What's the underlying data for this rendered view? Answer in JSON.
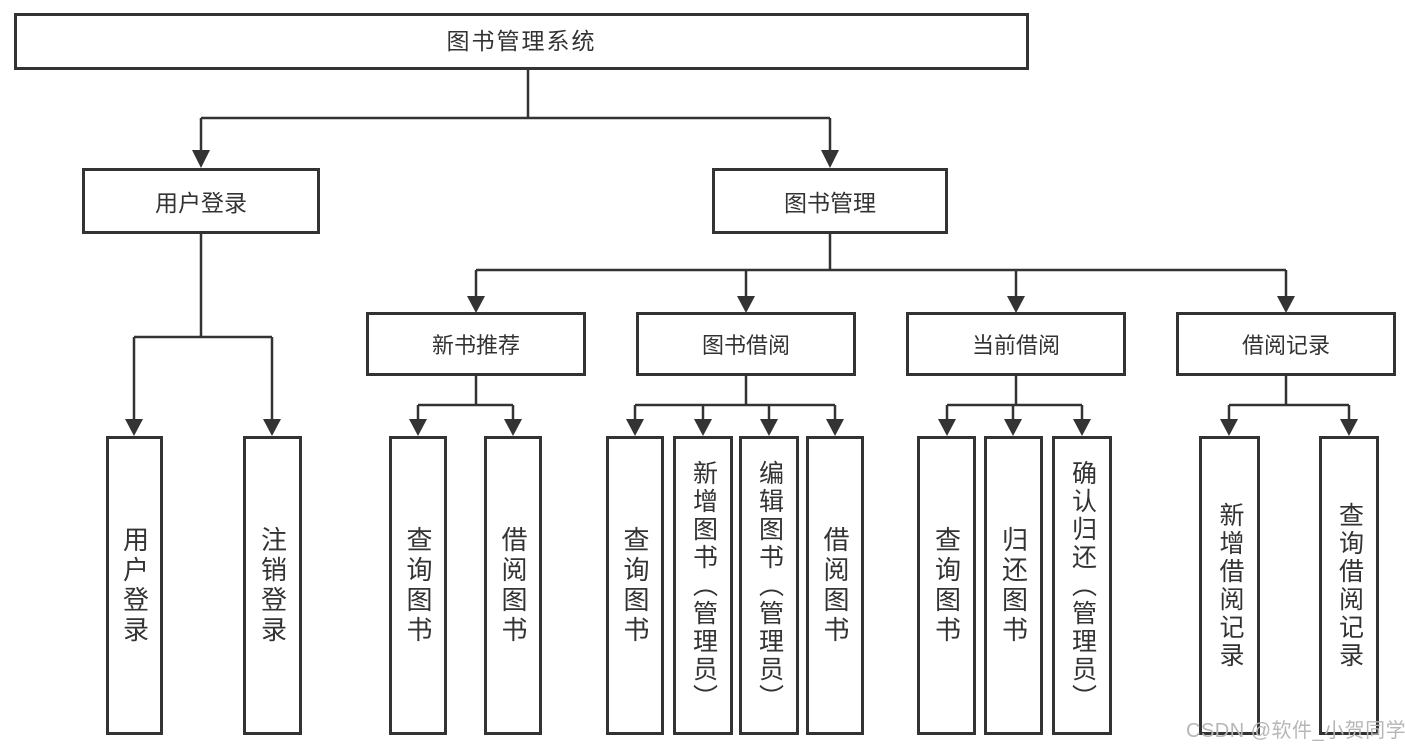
{
  "diagram": {
    "title": "图书管理系统",
    "watermark": "CSDN @软件_小贺同学",
    "line_color": "#333333",
    "box_background": "#ffffff",
    "watermark_color": "#b7b7b7",
    "tree": {
      "root": {
        "label": "图书管理系统"
      },
      "level2": [
        {
          "label": "用户登录"
        },
        {
          "label": "图书管理"
        }
      ],
      "level3": [
        {
          "label": "新书推荐",
          "parent": "图书管理"
        },
        {
          "label": "图书借阅",
          "parent": "图书管理"
        },
        {
          "label": "当前借阅",
          "parent": "图书管理"
        },
        {
          "label": "借阅记录",
          "parent": "图书管理"
        }
      ],
      "leaves": [
        {
          "label": "用户登录",
          "parent": "用户登录"
        },
        {
          "label": "注销登录",
          "parent": "用户登录"
        },
        {
          "label": "查询图书",
          "parent": "新书推荐"
        },
        {
          "label": "借阅图书",
          "parent": "新书推荐"
        },
        {
          "label": "查询图书",
          "parent": "图书借阅"
        },
        {
          "label": "新增图书（管理员）",
          "parent": "图书借阅"
        },
        {
          "label": "编辑图书（管理员）",
          "parent": "图书借阅"
        },
        {
          "label": "借阅图书",
          "parent": "图书借阅"
        },
        {
          "label": "查询图书",
          "parent": "当前借阅"
        },
        {
          "label": "归还图书",
          "parent": "当前借阅"
        },
        {
          "label": "确认归还（管理员）",
          "parent": "当前借阅"
        },
        {
          "label": "新增借阅记录",
          "parent": "借阅记录"
        },
        {
          "label": "查询借阅记录",
          "parent": "借阅记录"
        }
      ]
    }
  }
}
